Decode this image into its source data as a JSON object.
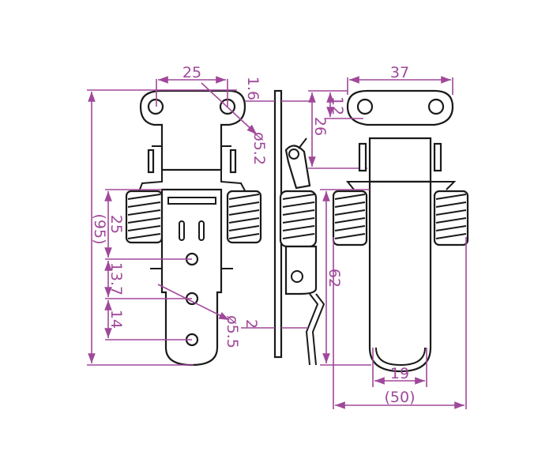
{
  "drawing": {
    "colors": {
      "dimension": "#a0489a",
      "outline": "#1a1a1a"
    },
    "front_view": {
      "hole_spacing": "25",
      "overall_length": "(95)",
      "spring_to_hole": "25",
      "hole_pitch_1": "13.7",
      "hole_pitch_2": "14",
      "top_hole_dia": "ø5.2",
      "bottom_hole_dia": "ø5.5"
    },
    "side_view": {
      "plate_thickness": "1.6",
      "hinge_height": "26",
      "hook_thickness": "2"
    },
    "rear_view": {
      "plate_width": "37",
      "hole_offset": "12",
      "keeper_length": "62",
      "tongue_width": "19",
      "overall_width": "(50)"
    }
  }
}
